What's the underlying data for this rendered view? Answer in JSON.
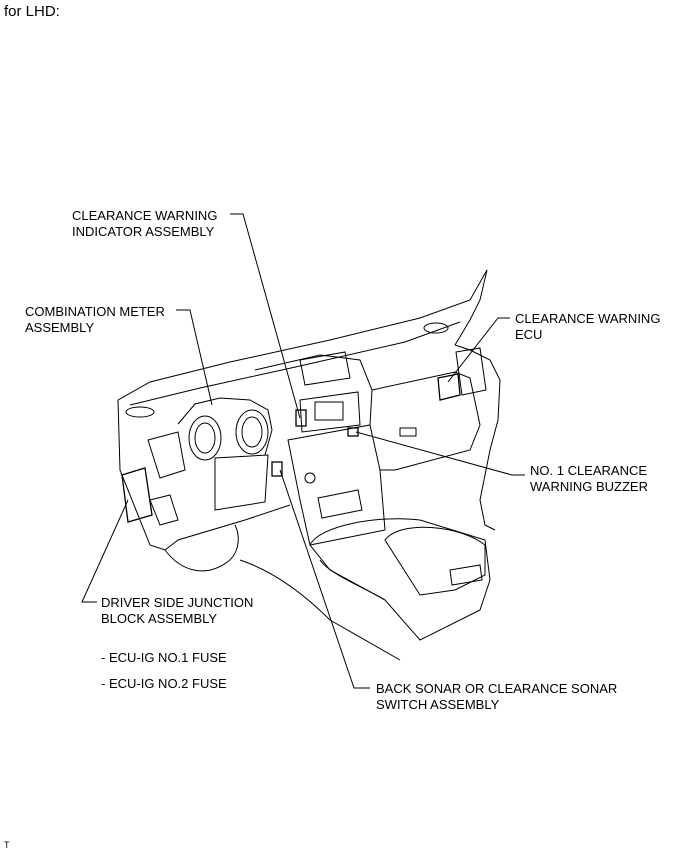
{
  "heading": "for LHD:",
  "labels": {
    "clearance_warning_indicator": [
      "CLEARANCE WARNING",
      "INDICATOR ASSEMBLY"
    ],
    "combination_meter": [
      "COMBINATION METER",
      "ASSEMBLY"
    ],
    "clearance_warning_ecu": [
      "CLEARANCE WARNING",
      "ECU"
    ],
    "clearance_warning_buzzer": [
      "NO. 1 CLEARANCE",
      "WARNING BUZZER"
    ],
    "driver_side_junction_block": [
      "DRIVER SIDE JUNCTION",
      "BLOCK ASSEMBLY"
    ],
    "fuses": [
      "- ECU-IG NO.1 FUSE",
      "- ECU-IG NO.2 FUSE"
    ],
    "back_sonar_switch": [
      "BACK SONAR OR CLEARANCE SONAR",
      "SWITCH ASSEMBLY"
    ]
  },
  "footer_mark": "T"
}
